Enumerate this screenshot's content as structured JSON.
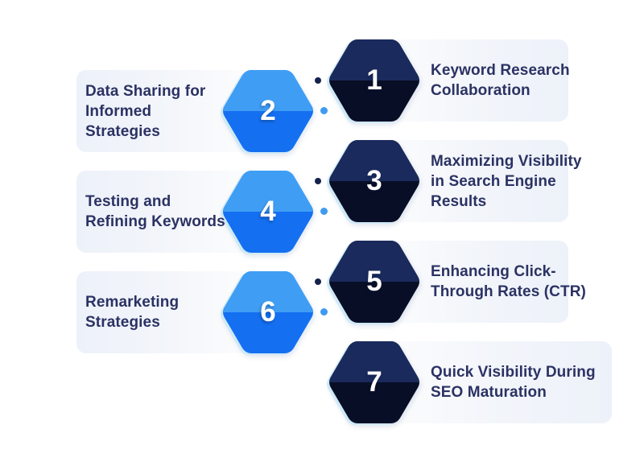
{
  "palette": {
    "background": "#ffffff",
    "light_hex_top": "#3f9ef4",
    "light_hex_bottom": "#1470f0",
    "dark_hex_top": "#1a2a5c",
    "dark_hex_bottom": "#080e26",
    "hex_rim": "#cfe9f7",
    "band_gradient_from": "#fdfdfe",
    "band_gradient_to": "#edf1f9",
    "label_text": "#2b3263",
    "number_text": "#ffffff",
    "connector_dot_dark": "#15224e",
    "connector_dot_light": "#3f9bef"
  },
  "items": [
    {
      "number": "1",
      "theme": "dark",
      "side": "right",
      "label": "Keyword Research\nCollaboration"
    },
    {
      "number": "2",
      "theme": "light",
      "side": "left",
      "label": "Data Sharing for\nInformed\nStrategies"
    },
    {
      "number": "3",
      "theme": "dark",
      "side": "right",
      "label": "Maximizing Visibility\nin Search Engine\nResults"
    },
    {
      "number": "4",
      "theme": "light",
      "side": "left",
      "label": "Testing and\nRefining Keywords"
    },
    {
      "number": "5",
      "theme": "dark",
      "side": "right",
      "label": "Enhancing Click-\nThrough Rates (CTR)"
    },
    {
      "number": "6",
      "theme": "light",
      "side": "left",
      "label": "Remarketing\nStrategies"
    },
    {
      "number": "7",
      "theme": "dark",
      "side": "right",
      "label": "Quick Visibility During\nSEO Maturation"
    }
  ],
  "connector_pairs": [
    {
      "between": "1-2"
    },
    {
      "between": "3-4"
    },
    {
      "between": "5-6"
    }
  ]
}
